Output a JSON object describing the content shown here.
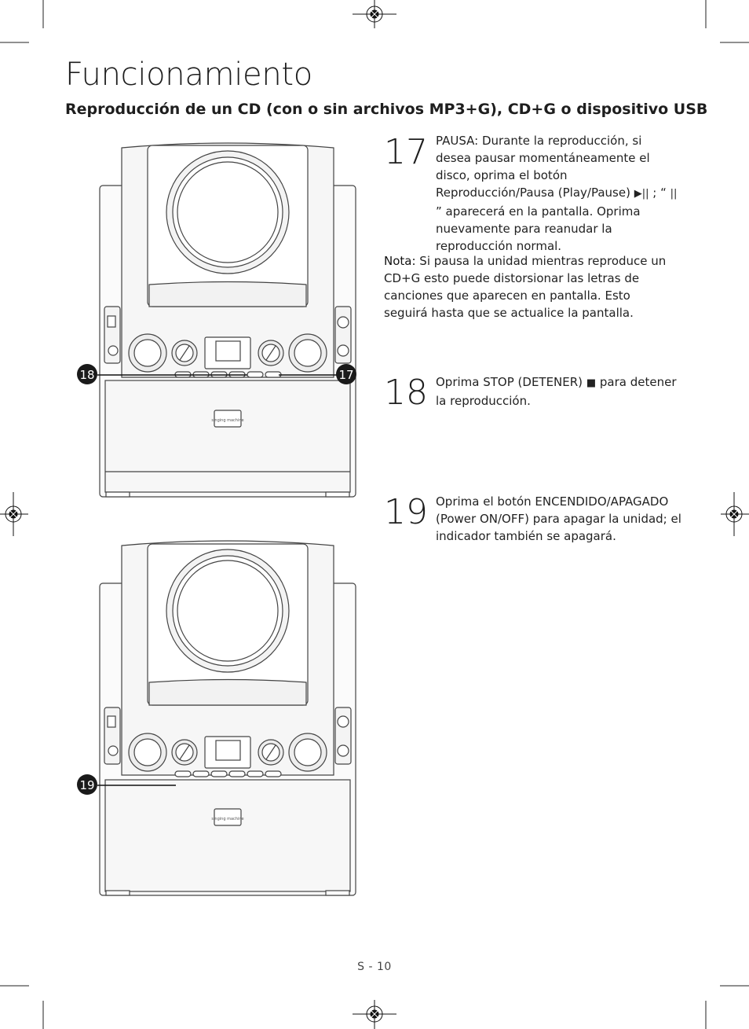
{
  "header": {
    "title": "Funcionamiento",
    "subtitle": "Reproducción de un CD (con o sin archivos MP3+G), CD+G o dispositivo USB"
  },
  "callouts": {
    "c18": "18",
    "c17": "17",
    "c19": "19"
  },
  "device": {
    "logo_text": "singing machine"
  },
  "steps": [
    {
      "number": "17",
      "text_before": "PAUSA: Durante la reproducción, si desea pausar momentáneamente el disco, oprima el botón Reproducción/Pausa (Play/Pause) ",
      "glyph1": "▶||",
      "text_middle": " ; “ ",
      "glyph2": "||",
      "text_after": " ” aparecerá en la pantalla. Oprima nuevamente para reanudar la reproducción normal."
    },
    {
      "number": "18",
      "text_before": "Oprima STOP (DETENER) ",
      "glyph1": "■",
      "text_after": " para detener la reproducción."
    },
    {
      "number": "19",
      "text": "Oprima el botón ENCENDIDO/APAGADO (Power ON/OFF) para apagar la unidad; el indicador también se apagará."
    }
  ],
  "note": {
    "label": "Nota:",
    "text": " Si pausa la unidad mientras reproduce un CD+G esto puede distorsionar las letras de canciones que aparecen en pantalla. Esto seguirá hasta que se actualice la pantalla."
  },
  "footer": {
    "page_number": "S - 10"
  },
  "colors": {
    "callout_fill": "#1a1a1a",
    "callout_text": "#ffffff",
    "device_stroke": "#444444",
    "device_light": "#f4f4f4"
  }
}
